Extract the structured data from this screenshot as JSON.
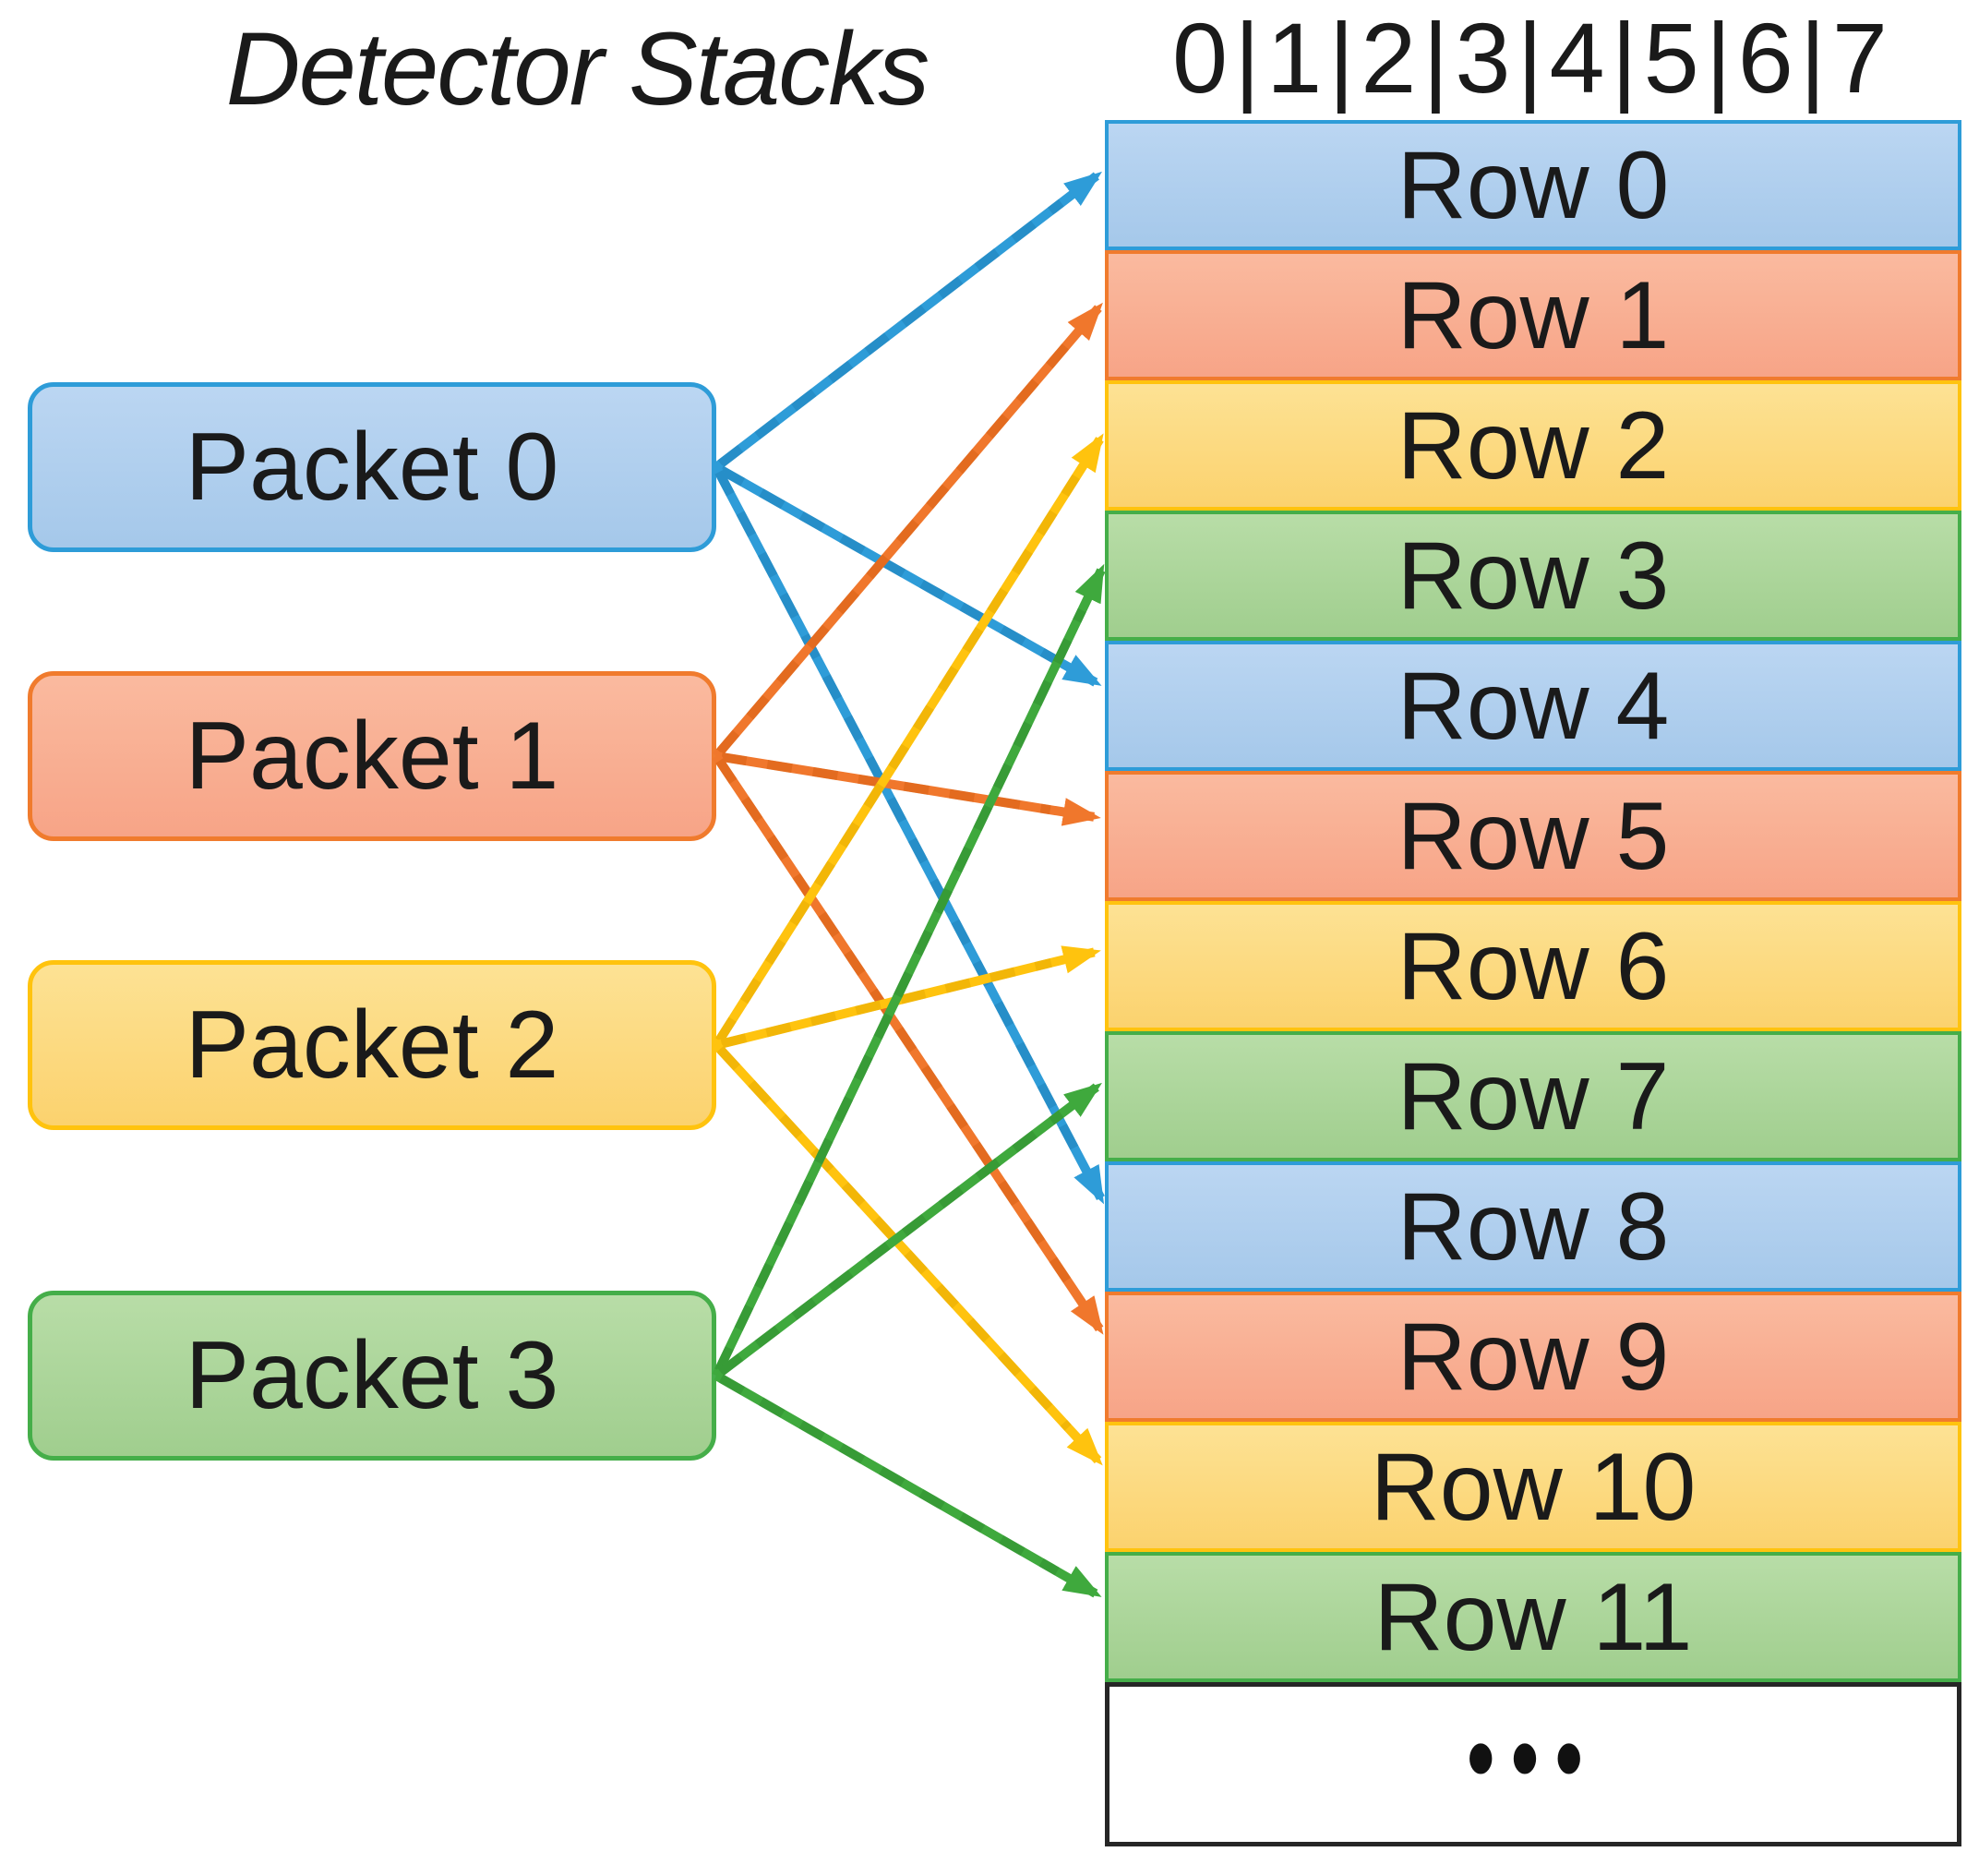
{
  "title": "Detector Stacks",
  "stack": {
    "header": "0|1|2|3|4|5|6|7",
    "rows": [
      {
        "label": "Row 0",
        "color": "blue"
      },
      {
        "label": "Row 1",
        "color": "orange"
      },
      {
        "label": "Row 2",
        "color": "yellow"
      },
      {
        "label": "Row 3",
        "color": "green"
      },
      {
        "label": "Row 4",
        "color": "blue"
      },
      {
        "label": "Row 5",
        "color": "orange"
      },
      {
        "label": "Row 6",
        "color": "yellow"
      },
      {
        "label": "Row 7",
        "color": "green"
      },
      {
        "label": "Row 8",
        "color": "blue"
      },
      {
        "label": "Row 9",
        "color": "orange"
      },
      {
        "label": "Row 10",
        "color": "yellow"
      },
      {
        "label": "Row 11",
        "color": "green"
      }
    ],
    "ellipsis": "•••"
  },
  "packets": [
    {
      "label": "Packet 0",
      "color": "blue"
    },
    {
      "label": "Packet 1",
      "color": "orange"
    },
    {
      "label": "Packet 2",
      "color": "yellow"
    },
    {
      "label": "Packet 3",
      "color": "green"
    }
  ],
  "connections": [
    {
      "packet": 0,
      "rows": [
        0,
        4,
        8
      ]
    },
    {
      "packet": 1,
      "rows": [
        1,
        5,
        9
      ]
    },
    {
      "packet": 2,
      "rows": [
        2,
        6,
        10
      ]
    },
    {
      "packet": 3,
      "rows": [
        3,
        7,
        11
      ]
    }
  ],
  "colors": {
    "blue": {
      "fill": "#A5C8EA",
      "fill_light": "#BBD6F2",
      "border": "#2E9CD8",
      "arrow": "#2E9CD8",
      "arrow_dark": "#1E7FB5"
    },
    "orange": {
      "fill": "#F7A487",
      "fill_light": "#FABA9F",
      "border": "#F07B2D",
      "arrow": "#F0772C",
      "arrow_dark": "#D45E10"
    },
    "yellow": {
      "fill": "#FBD26E",
      "fill_light": "#FDE294",
      "border": "#FFC30E",
      "arrow": "#FFC30E",
      "arrow_dark": "#E3A800"
    },
    "green": {
      "fill": "#A0CE8E",
      "fill_light": "#B8DDA7",
      "border": "#45AE49",
      "arrow": "#3FA93D",
      "arrow_dark": "#2F8C2E"
    }
  },
  "text_color": "#1a1a1a"
}
